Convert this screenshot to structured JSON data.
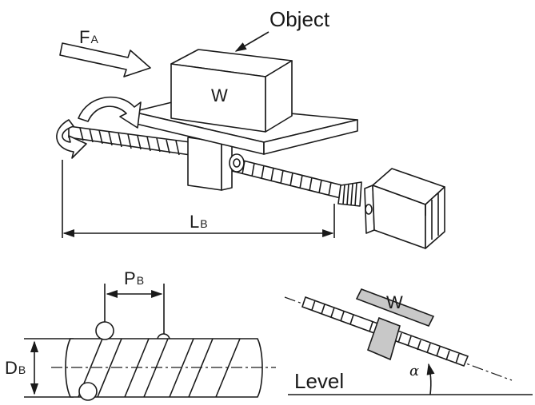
{
  "labels": {
    "object": "Object",
    "weight_top": "W",
    "force_main": "F",
    "force_sub": "A",
    "length_main": "L",
    "length_sub": "B",
    "pitch_main": "P",
    "pitch_sub": "B",
    "diameter_main": "D",
    "diameter_sub": "B",
    "weight_incline": "W",
    "level": "Level",
    "angle": "α"
  },
  "colors": {
    "line": "#1a1a1a",
    "fill": "#ffffff",
    "shade": "#c8c8c8"
  }
}
